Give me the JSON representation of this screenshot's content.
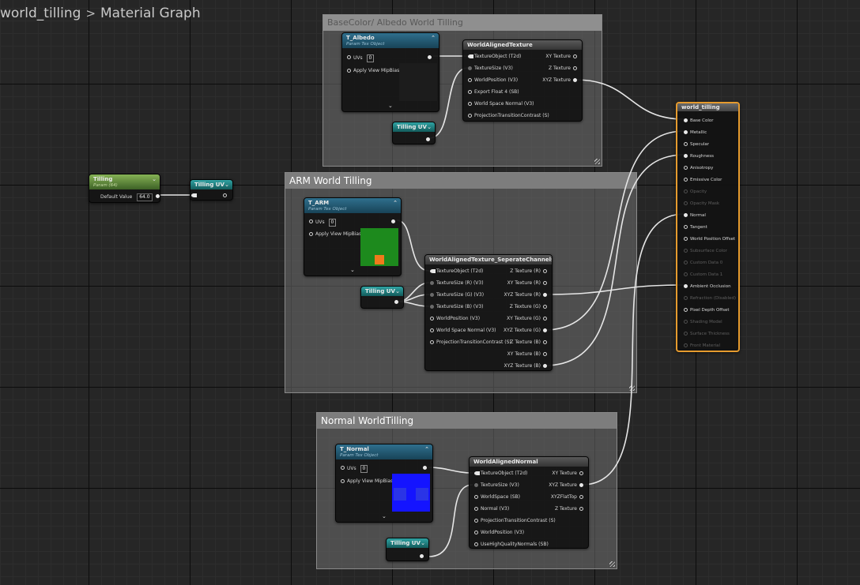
{
  "breadcrumb": {
    "asset": "world_tilling",
    "separator": ">",
    "graph": "Material Graph"
  },
  "comments": {
    "basecolor": "BaseColor/ Albedo World Tilling",
    "arm": "ARM World Tilling",
    "normal": "Normal WorldTilling"
  },
  "param_tilling": {
    "title": "Tilling",
    "subtitle": "Param (64)",
    "default_label": "Default Value",
    "default_value": "64.0"
  },
  "tilling_uv": {
    "title": "Tilling UV"
  },
  "texture_pins": {
    "uvs": "UVs",
    "uvs_value": "0",
    "mipbias": "Apply View MipBias"
  },
  "t_albedo": {
    "title": "T_Albedo",
    "subtitle": "Param Tex Object"
  },
  "t_arm": {
    "title": "T_ARM",
    "subtitle": "Param Tex Object"
  },
  "t_normal": {
    "title": "T_Normal",
    "subtitle": "Param Tex Object"
  },
  "wat1": {
    "title": "WorldAlignedTexture",
    "inputs": [
      "TextureObject (T2d)",
      "TextureSize (V3)",
      "WorldPosition (V3)",
      "Export Float 4 (SB)",
      "World Space Normal (V3)",
      "ProjectionTransitionContrast (S)"
    ],
    "outputs": [
      "XY Texture",
      "Z Texture",
      "XYZ Texture"
    ]
  },
  "wat_sep": {
    "title": "WorldAlignedTexture_SeperateChannels",
    "inputs": [
      "TextureObject (T2d)",
      "TextureSize (R) (V3)",
      "TextureSize (G) (V3)",
      "TextureSize (B) (V3)",
      "WorldPosition (V3)",
      "World Space Normal (V3)",
      "ProjectionTransitionContrast (S)"
    ],
    "outputs": [
      "Z Texture (R)",
      "XY Texture (R)",
      "XYZ Texture (R)",
      "Z Texture (G)",
      "XY Texture (G)",
      "XYZ Texture (G)",
      "Z Texture (B)",
      "XY Texture (B)",
      "XYZ Texture (B)"
    ]
  },
  "wan": {
    "title": "WorldAlignedNormal",
    "inputs": [
      "TextureObject (T2d)",
      "TextureSize (V3)",
      "WorldSpace (SB)",
      "Normal (V3)",
      "ProjectionTransitionContrast (S)",
      "WorldPosition (V3)",
      "UseHighQualityNormals (SB)"
    ],
    "outputs": [
      "XY Texture",
      "XYZ Texture",
      "XYZFlatTop",
      "Z Texture"
    ]
  },
  "result": {
    "title": "world_tilling",
    "pins": [
      "Base Color",
      "Metallic",
      "Specular",
      "Roughness",
      "Anisotropy",
      "Emissive Color",
      "Opacity",
      "Opacity Mask",
      "Normal",
      "Tangent",
      "World Position Offset",
      "Subsurface Color",
      "Custom Data 0",
      "Custom Data 1",
      "Ambient Occlusion",
      "Refraction (Disabled)",
      "Pixel Depth Offset",
      "Shading Model",
      "Surface Thickness",
      "Front Material"
    ],
    "enabled": [
      true,
      true,
      true,
      true,
      true,
      true,
      false,
      false,
      true,
      true,
      true,
      false,
      false,
      false,
      true,
      false,
      true,
      false,
      false,
      false
    ]
  },
  "colors": {
    "result_border": "#e69b2e",
    "texture_header": "#2f6f8d",
    "param_header": "#86b355",
    "function_header": "#2fa3a3",
    "arm_preview_green": "#1d8a1d",
    "arm_preview_orange": "#f07a1b",
    "normal_preview_blue": "#1414ff"
  }
}
